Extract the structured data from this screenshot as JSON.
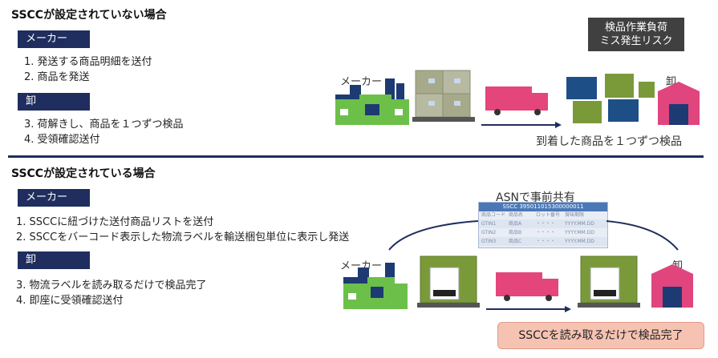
{
  "section1": {
    "heading": "SSCCが設定されていない場合",
    "maker_tag": "メーカー",
    "maker_steps": [
      "1.  発送する商品明細を送付",
      "2.  商品を発送"
    ],
    "wholesale_tag": "卸",
    "wholesale_steps": [
      "3.  荷解きし、商品を１つずつ検品",
      "4.  受領確認送付"
    ],
    "risk_line1": "検品作業負荷",
    "risk_line2": "ミス発生リスク",
    "maker_label": "メーカー",
    "wholesale_label": "卸",
    "caption": "到着した商品を１つずつ検品"
  },
  "section2": {
    "heading": "SSCCが設定されている場合",
    "maker_tag": "メーカー",
    "maker_steps": [
      "1.  SSCCに紐づけた送付商品リストを送付",
      "2.  SSCCをバーコード表示した物流ラベルを輸送梱包単位に表示し発送"
    ],
    "wholesale_tag": "卸",
    "wholesale_steps": [
      "3.  物流ラベルを読み取るだけで検品完了",
      "4.  即座に受領確認送付"
    ],
    "asn_label": "ASNで事前共有",
    "asn_header": "SSCC 395011015300000011",
    "asn_columns": [
      "商品コード",
      "商品名",
      "ロット番号",
      "賞味期限"
    ],
    "asn_rows": [
      [
        "GTIN1",
        "商品A",
        "・・・・",
        "YYYY.MM.DD"
      ],
      [
        "GTIN2",
        "商品B",
        "・・・・",
        "YYYY.MM.DD"
      ],
      [
        "GTIN3",
        "商品C",
        "・・・・",
        "YYYY.MM.DD"
      ]
    ],
    "maker_label": "メーカー",
    "wholesale_label": "卸",
    "callout": "SSCCを読み取るだけで検品完了"
  },
  "colors": {
    "navy": "#1f2e5e",
    "factory_green": "#6cc04a",
    "factory_blue": "#1e3a73",
    "truck_pink": "#e4457a",
    "box_green": "#7a9a3a",
    "box_blue": "#1d4f86",
    "warehouse_pink": "#e0457d",
    "callout_bg": "#f6c3b3"
  }
}
